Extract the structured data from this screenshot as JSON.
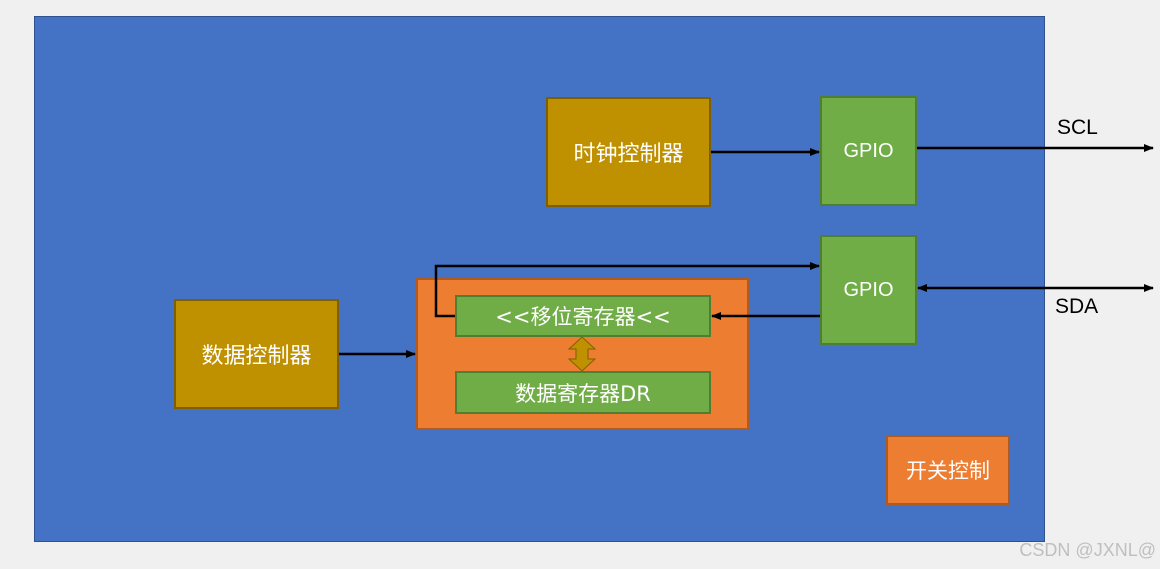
{
  "blocks": {
    "clock_controller": "时钟控制器",
    "data_controller": "数据控制器",
    "gpio_top": "GPIO",
    "gpio_bottom": "GPIO",
    "shift_register": "<<移位寄存器<<",
    "data_register": "数据寄存器DR",
    "switch_control": "开关控制"
  },
  "signals": {
    "scl": "SCL",
    "sda": "SDA"
  },
  "watermark": "CSDN @JXNL@",
  "colors": {
    "background": "#4472c4",
    "controller": "#bf9000",
    "gpio": "#70ad47",
    "register_group": "#ed7d31",
    "register": "#70ad47"
  }
}
